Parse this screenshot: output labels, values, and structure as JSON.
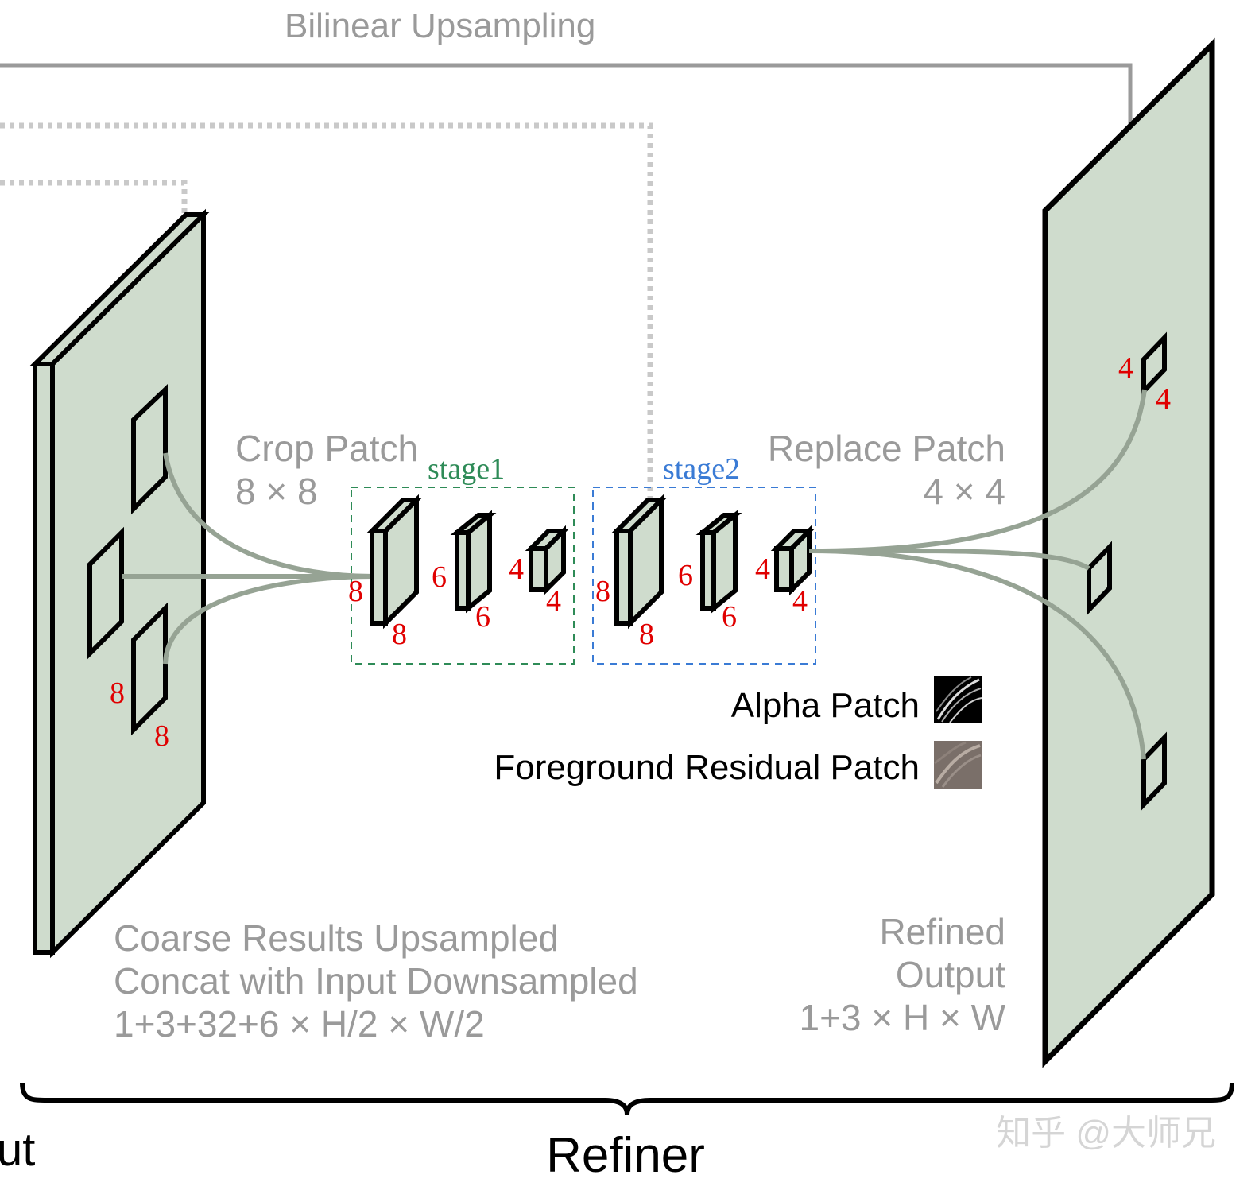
{
  "top_label": "Bilinear Upsampling",
  "crop": {
    "title": "Crop Patch",
    "size": "8 × 8"
  },
  "replace": {
    "title": "Replace Patch",
    "size": "4 × 4"
  },
  "stages": {
    "stage1": {
      "label": "stage1",
      "color": "#2e8b57",
      "dims": {
        "a": "8",
        "b": "8",
        "c": "6",
        "d": "6",
        "e": "4",
        "f": "4"
      }
    },
    "stage2": {
      "label": "stage2",
      "color": "#3a7bd5",
      "dims": {
        "a": "8",
        "b": "8",
        "c": "6",
        "d": "6",
        "e": "4",
        "f": "4"
      }
    }
  },
  "left_patch_dims": {
    "h": "8",
    "w": "8"
  },
  "right_patch_dims": {
    "h": "4",
    "w": "4"
  },
  "legend": {
    "alpha": "Alpha Patch",
    "foreground": "Foreground Residual Patch"
  },
  "coarse": {
    "line1": "Coarse Results Upsampled",
    "line2": "Concat with Input Downsampled",
    "line3": "1+3+32+6 × H/2 × W/2"
  },
  "refined": {
    "line1": "Refined",
    "line2": "Output",
    "line3": "1+3 × H × W"
  },
  "bottom": {
    "refiner": "Refiner",
    "left_cut": "ut"
  },
  "watermark": "知乎 @大师兄",
  "colors": {
    "plane": "#cfdccd",
    "connector": "#96a394",
    "label_gray": "#9a9a9a",
    "dim_red": "#e00000"
  }
}
